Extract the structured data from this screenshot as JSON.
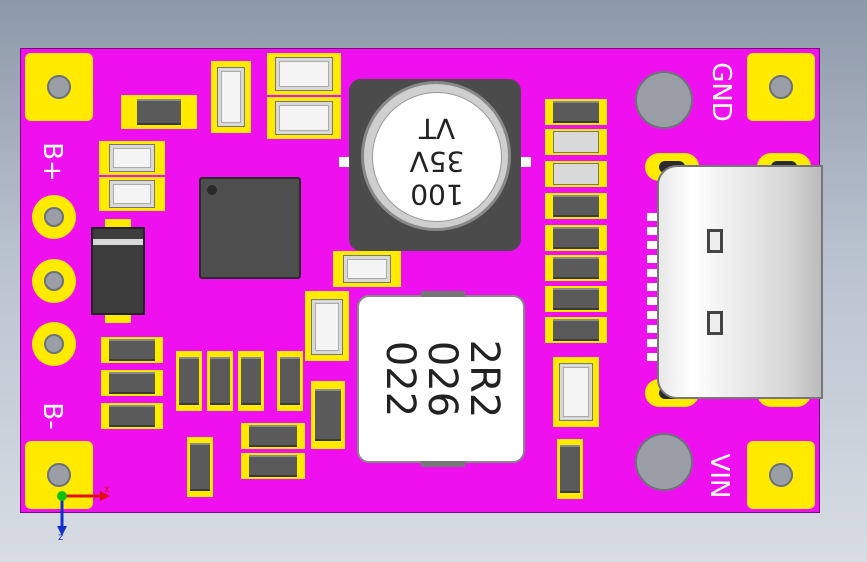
{
  "viewport": {
    "background": "#a9b3c1"
  },
  "board": {
    "color": "#ee10ee",
    "pad_color": "#ffea00"
  },
  "silkscreen": {
    "b_plus": "B+",
    "b_minus": "B-",
    "gnd": "GND",
    "vin": "VIN"
  },
  "capacitor_marking": {
    "line1": "100",
    "line2": "35V",
    "line3": "VT"
  },
  "inductor_marking": {
    "line1": "2R2",
    "line2": "026",
    "line3": "022"
  },
  "axis": {
    "x_label": "x",
    "z_label": "z"
  }
}
